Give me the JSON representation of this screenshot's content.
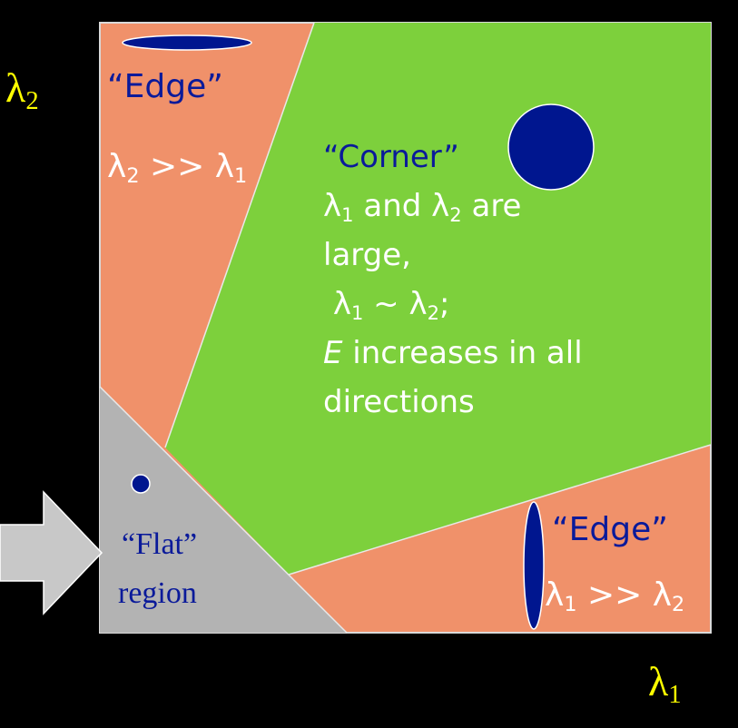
{
  "axes": {
    "y_label_sym": "λ",
    "y_label_sub": "2",
    "x_label_sym": "λ",
    "x_label_sub": "1"
  },
  "edge_top": {
    "title": "“Edge”",
    "rel": {
      "a": "λ",
      "a_sub": "2",
      "op": " >> ",
      "b": "λ",
      "b_sub": "1"
    }
  },
  "corner": {
    "title": "“Corner”",
    "line1": {
      "a": "λ",
      "a_sub": "1",
      "mid": " and ",
      "b": "λ",
      "b_sub": "2",
      "tail": " are"
    },
    "line2": "large,",
    "line3": {
      "a": "λ",
      "a_sub": "1",
      "op": " ~ ",
      "b": "λ",
      "b_sub": "2",
      "tail": ";"
    },
    "line4_em": "E",
    "line4": " increases in all",
    "line5": "directions"
  },
  "flat": {
    "line1": "“Flat”",
    "line2": "region"
  },
  "edge_bottom": {
    "title": "“Edge”",
    "rel": {
      "a": "λ",
      "a_sub": "1",
      "op": " >> ",
      "b": "λ",
      "b_sub": "2"
    }
  },
  "colors": {
    "background": "#000000",
    "edge_region": "#f0916a",
    "corner_region": "#7dd03c",
    "flat_region": "#b3b3b3",
    "ellipse": "#00168f",
    "axis_label": "#ffff00",
    "arrow": "#c8c8c8"
  }
}
